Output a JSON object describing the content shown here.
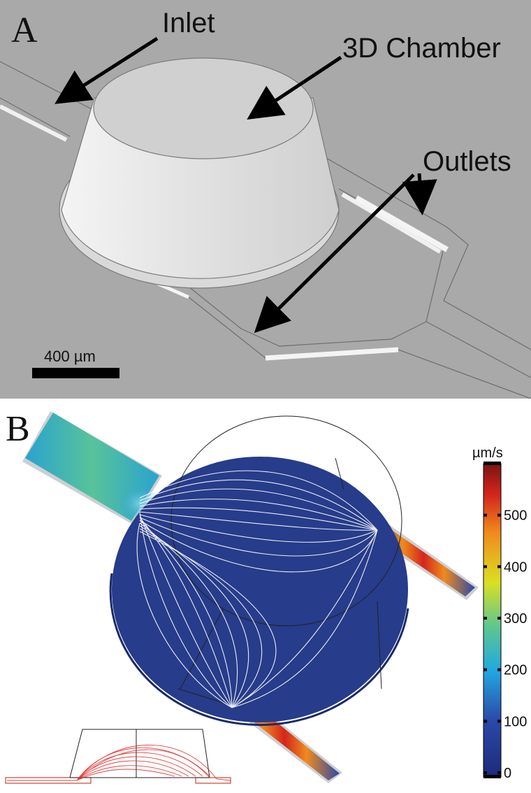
{
  "panel_a": {
    "letter": "A",
    "labels": {
      "inlet": "Inlet",
      "chamber": "3D Chamber",
      "outlets": "Outlets"
    },
    "scale_bar": "400 µm"
  },
  "panel_b": {
    "letter": "B",
    "colorbar": {
      "unit": "µm/s",
      "ticks": [
        "500",
        "400",
        "300",
        "200",
        "100",
        "0"
      ],
      "range": [
        0,
        600
      ]
    }
  },
  "colors": {
    "panel_a_background": "#a9a9a9",
    "chamber": "#e6e6e6",
    "flow_low": "#273c8a",
    "flow_high": "#b01c1c",
    "streamline": "#ffffff"
  }
}
